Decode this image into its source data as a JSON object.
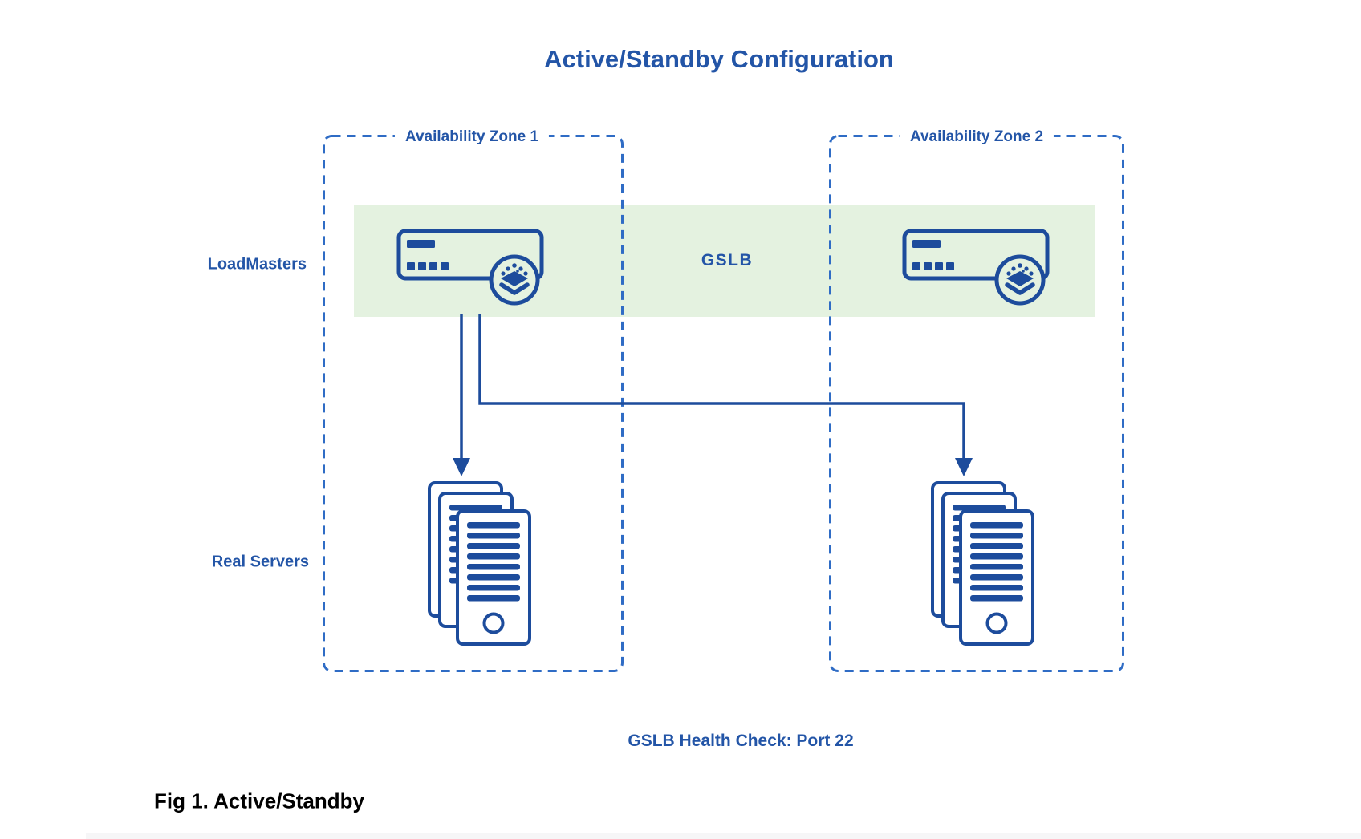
{
  "title": "Active/Standby Configuration",
  "diagram": {
    "zones": [
      {
        "label": "Availability Zone 1"
      },
      {
        "label": "Availability Zone 2"
      }
    ],
    "gslb_band_label": "GSLB",
    "row_labels": {
      "loadmasters": "LoadMasters",
      "real_servers": "Real Servers"
    },
    "health_check_note": "GSLB Health Check: Port 22",
    "icons": {
      "loadmaster": "loadmaster-appliance-icon",
      "loadmaster_badge": "kemp-layers-badge-icon",
      "servers": "server-stack-icon",
      "arrows": "down-arrow-connector"
    }
  },
  "caption": "Fig 1. Active/Standby",
  "colors": {
    "diagram_blue": "#1d4c9c",
    "dashed_blue": "#2f6cc5",
    "band_green": "#e4f2e0",
    "text_blue": "#2355a7",
    "caption_color": "#000000",
    "strip_gray": "#f6f6f7"
  }
}
